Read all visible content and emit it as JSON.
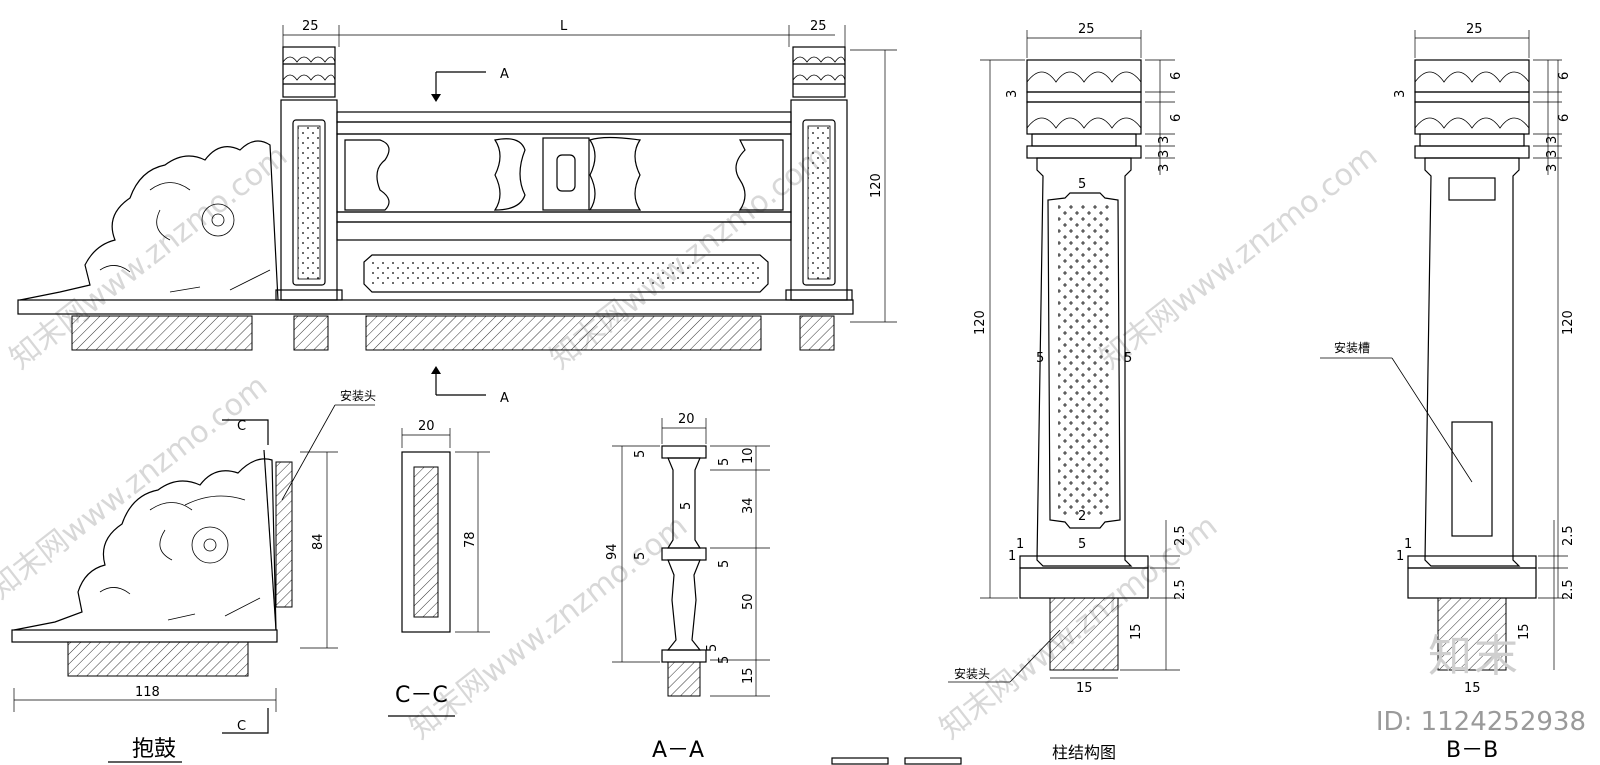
{
  "dims": {
    "w25a": "25",
    "L": "L",
    "w25b": "25",
    "h120_main": "120",
    "col_top_w25": "25",
    "col_h120": "120",
    "bb_top_w25": "25",
    "bb_h120": "120",
    "cc_w20": "20",
    "cc_h78": "78",
    "aa_w20": "20",
    "aa_h94": "94",
    "aa_10": "10",
    "aa_34": "34",
    "aa_50": "50",
    "aa_15": "15",
    "aa_5a": "5",
    "aa_5b": "5",
    "aa_5c": "5",
    "aa_5d": "5",
    "aa_5e": "5",
    "aa_5f": "5",
    "aa_5g": "5",
    "bg_w118": "118",
    "bg_h84": "84",
    "col_5_top": "5",
    "col_5_left": "5",
    "col_5_right": "5",
    "col_5_bot": "5",
    "col_2": "2",
    "col_6a": "6",
    "col_6b": "6",
    "col_3a": "3",
    "col_3b": "3",
    "col_3c": "3",
    "col_3d": "3",
    "col_1a": "1",
    "col_1b": "1",
    "col_25a": "2.5",
    "col_25b": "2.5",
    "col_15a": "15",
    "col_15b": "15",
    "bb_6a": "6",
    "bb_6b": "6",
    "bb_3a": "3",
    "bb_3b": "3",
    "bb_3c": "3",
    "bb_3d": "3",
    "bb_1a": "1",
    "bb_1b": "1",
    "bb_25a": "2.5",
    "bb_25b": "2.5",
    "bb_15a": "15",
    "bb_15b": "15"
  },
  "labels": {
    "section_a_top": "A",
    "section_a_bot": "A",
    "c_top": "C",
    "c_bot": "C",
    "install_head_1": "安装头",
    "install_head_2": "安装头",
    "install_slot": "安装槽"
  },
  "titles": {
    "baogu": "抱鼓",
    "cc": "C－C",
    "aa": "A－A",
    "column": "柱结构图",
    "bb": "B－B"
  },
  "watermark": {
    "text": "知末网www.znzmo.com",
    "brand": "知末",
    "id": "ID: 1124252938"
  }
}
